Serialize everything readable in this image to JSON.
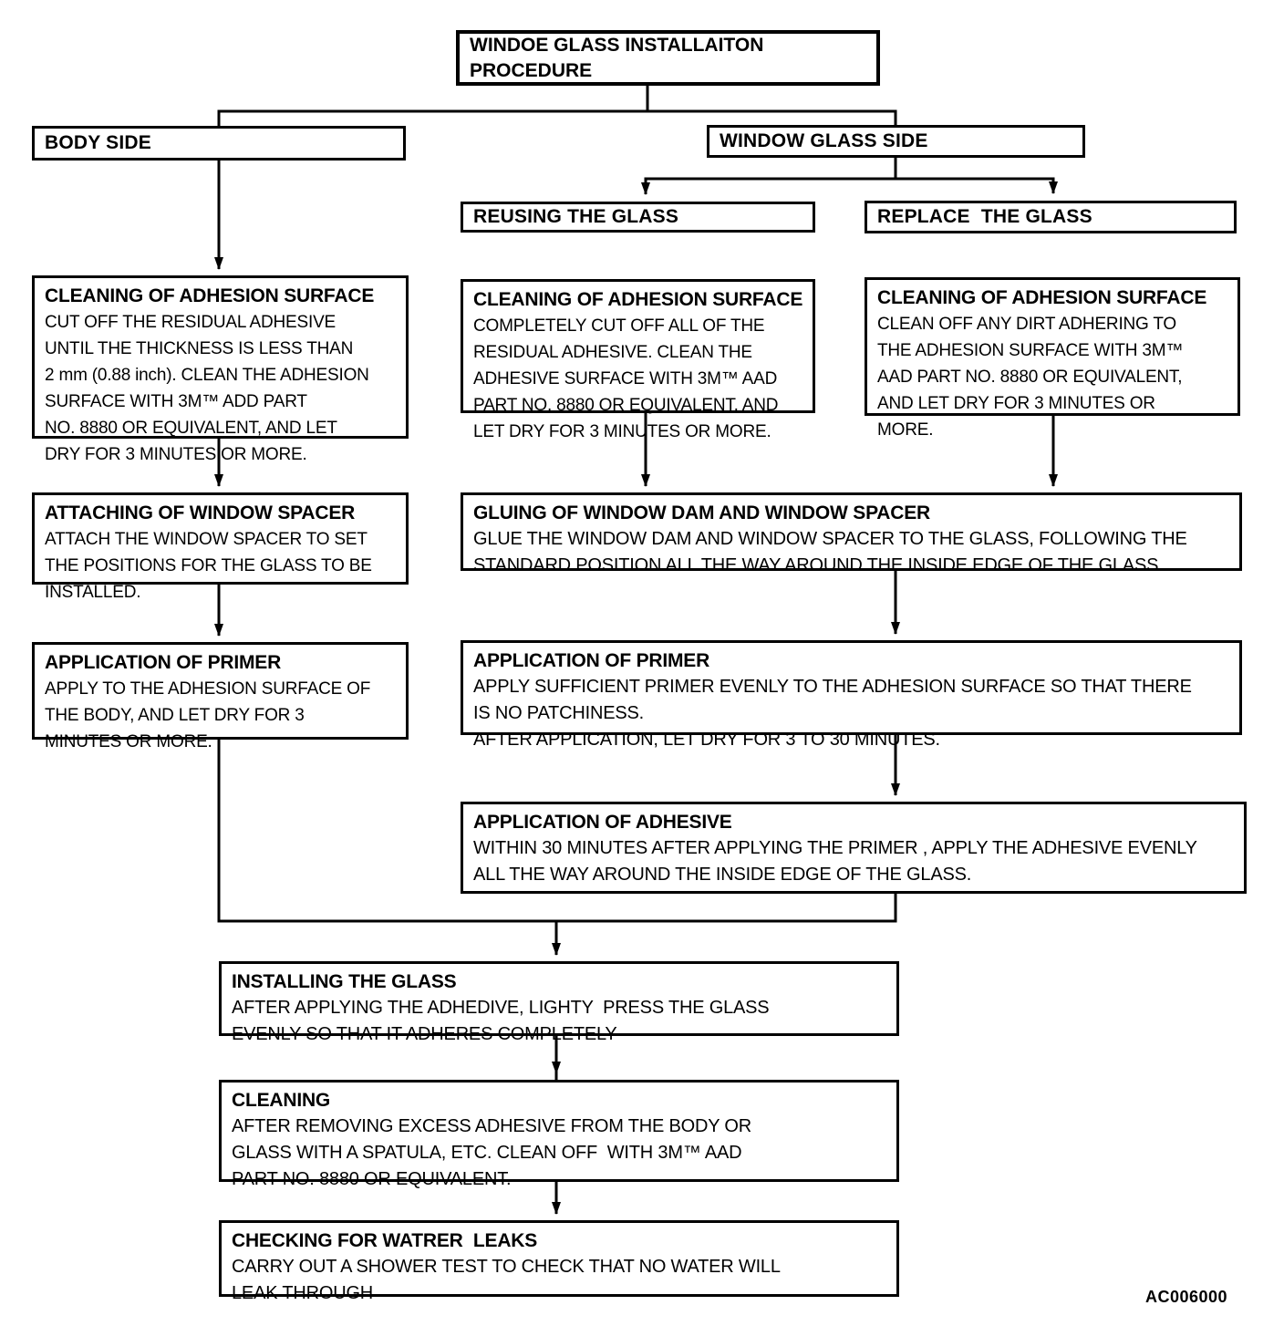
{
  "figure_code": "AC006000",
  "flowchart": {
    "title": "WINDOE GLASS INSTALLAITON\nPROCEDURE",
    "branches": {
      "body_side": "BODY SIDE",
      "window_glass_side": "WINDOW GLASS SIDE",
      "reusing": "REUSING THE GLASS",
      "replace": "REPLACE  THE GLASS"
    },
    "steps": {
      "clean_body": {
        "heading": "CLEANING OF ADHESION SURFACE",
        "body": "CUT OFF THE RESIDUAL ADHESIVE\nUNTIL THE THICKNESS IS LESS THAN\n2 mm (0.88 inch). CLEAN THE ADHESION\nSURFACE WITH 3M™ ADD PART\nNO. 8880 OR EQUIVALENT, AND LET\nDRY FOR 3 MINUTES OR MORE."
      },
      "clean_reuse": {
        "heading": "CLEANING OF ADHESION SURFACE",
        "body": "COMPLETELY CUT OFF ALL OF THE\nRESIDUAL ADHESIVE. CLEAN THE\nADHESIVE SURFACE WITH 3M™ AAD\nPART NO. 8880 OR EQUIVALENT, AND\nLET DRY FOR 3 MINUTES OR MORE."
      },
      "clean_replace": {
        "heading": "CLEANING OF ADHESION SURFACE",
        "body": "CLEAN OFF ANY DIRT ADHERING TO\nTHE ADHESION SURFACE WITH 3M™\nAAD PART NO. 8880 OR EQUIVALENT,\nAND LET DRY FOR 3 MINUTES OR\nMORE."
      },
      "attach_spacer": {
        "heading": "ATTACHING OF WINDOW SPACER",
        "body": "ATTACH THE WINDOW SPACER TO SET\nTHE POSITIONS FOR THE GLASS TO BE\nINSTALLED."
      },
      "gluing": {
        "heading": "GLUING OF WINDOW DAM AND WINDOW SPACER",
        "body": "GLUE THE WINDOW DAM AND WINDOW SPACER TO THE GLASS, FOLLOWING THE\nSTANDARD POSITION ALL THE WAY AROUND THE INSIDE EDGE OF THE GLASS."
      },
      "primer_body": {
        "heading": "APPLICATION OF PRIMER",
        "body": "APPLY TO THE ADHESION SURFACE OF\nTHE BODY, AND LET DRY FOR 3\nMINUTES OR MORE."
      },
      "primer_glass": {
        "heading": "APPLICATION OF PRIMER",
        "body": "APPLY SUFFICIENT PRIMER EVENLY TO THE ADHESION SURFACE SO THAT THERE\nIS NO PATCHINESS.\nAFTER APPLICATION, LET DRY FOR 3 TO 30 MINUTES."
      },
      "adhesive": {
        "heading": "APPLICATION OF ADHESIVE",
        "body": "WITHIN 30 MINUTES AFTER APPLYING THE PRIMER , APPLY THE ADHESIVE EVENLY\nALL THE WAY AROUND THE INSIDE EDGE OF THE GLASS."
      },
      "installing": {
        "heading": "INSTALLING THE GLASS",
        "body": "AFTER APPLYING THE ADHEDIVE, LIGHTY  PRESS THE GLASS\nEVENLY SO THAT IT ADHERES COMPLETELY"
      },
      "cleaning": {
        "heading": "CLEANING",
        "body": "AFTER REMOVING EXCESS ADHESIVE FROM THE BODY OR\nGLASS WITH A SPATULA, ETC. CLEAN OFF  WITH 3M™ AAD\nPART NO. 8880 OR EQUIVALENT."
      },
      "checking": {
        "heading": "CHECKING FOR WATRER  LEAKS",
        "body": "CARRY OUT A SHOWER TEST TO CHECK THAT NO WATER WILL\nLEAK THROUGH"
      }
    }
  }
}
